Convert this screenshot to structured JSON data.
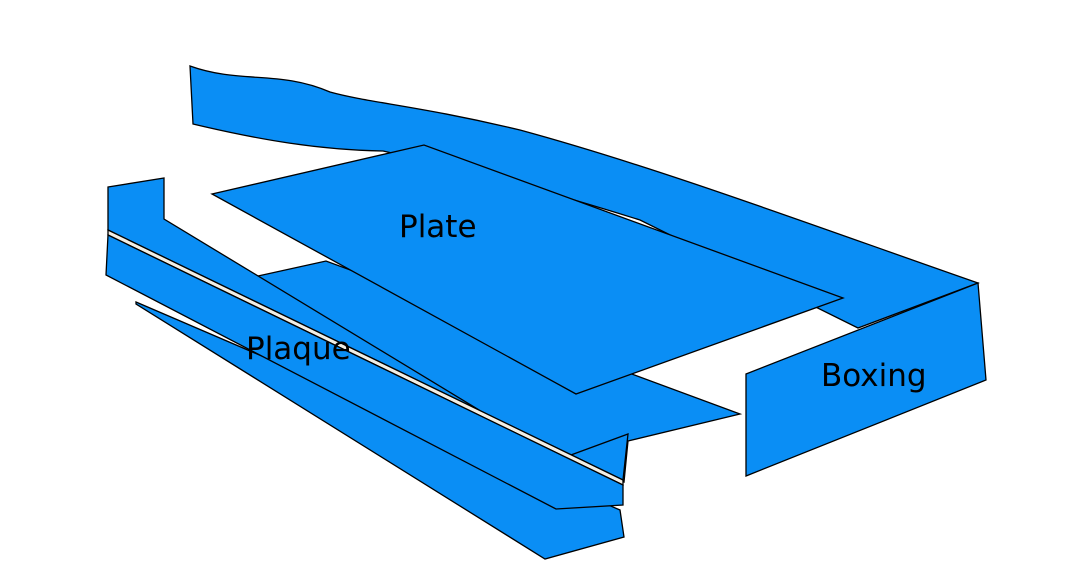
{
  "labels": {
    "plate": "Plate",
    "plaque": "Plaque",
    "boxing": "Boxing"
  },
  "colors": {
    "part_fill": "#0a8ef5",
    "outline": "#000000",
    "background": "#ffffff",
    "gap": "#f2efe6"
  }
}
